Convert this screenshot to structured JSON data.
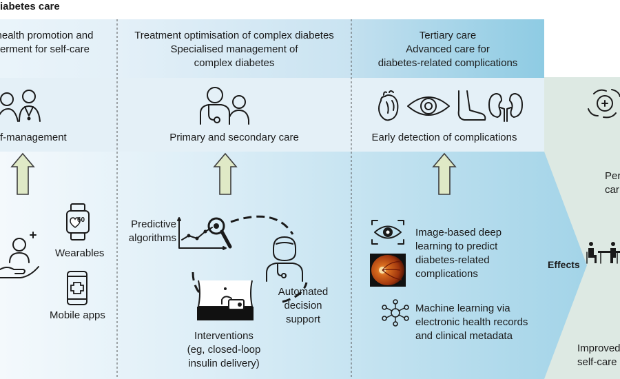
{
  "title": "iabetes care",
  "columns": [
    {
      "header_lines": [
        "health promotion and",
        "erment for self-care"
      ],
      "caption": "f-management"
    },
    {
      "header_lines": [
        "Treatment optimisation of complex diabetes",
        "Specialised management of",
        "complex diabetes"
      ],
      "caption": "Primary and secondary care"
    },
    {
      "header_lines": [
        "Tertiary care",
        "Advanced care for",
        "diabetes-related complications"
      ],
      "caption": "Early detection of complications"
    }
  ],
  "col1": {
    "wearables": "Wearables",
    "mobile_apps": "Mobile apps",
    "watch_reading": "60"
  },
  "col2": {
    "predictive_lines": [
      "Predictive",
      "algorithms"
    ],
    "automated_lines": [
      "Automated",
      "decision",
      "support"
    ],
    "interventions_lines": [
      "Interventions",
      "(eg, closed-loop",
      "insulin delivery)"
    ]
  },
  "col3": {
    "deep_learning_lines": [
      "Image-based deep",
      "learning to predict",
      "diabetes-related",
      "complications"
    ],
    "ml_lines": [
      "Machine learning via",
      "electronic health records",
      "and clinical metadata"
    ]
  },
  "effects": {
    "label": "Effects",
    "pers_lines": [
      "Per",
      "car"
    ],
    "improved_lines": [
      "Improved",
      "self-care"
    ]
  },
  "colors": {
    "arrow_fill": "#dfe9c6",
    "arrow_stroke": "#3d3d3d",
    "band_light": "#dcecf5",
    "effects_bg": "#dde9e3"
  }
}
